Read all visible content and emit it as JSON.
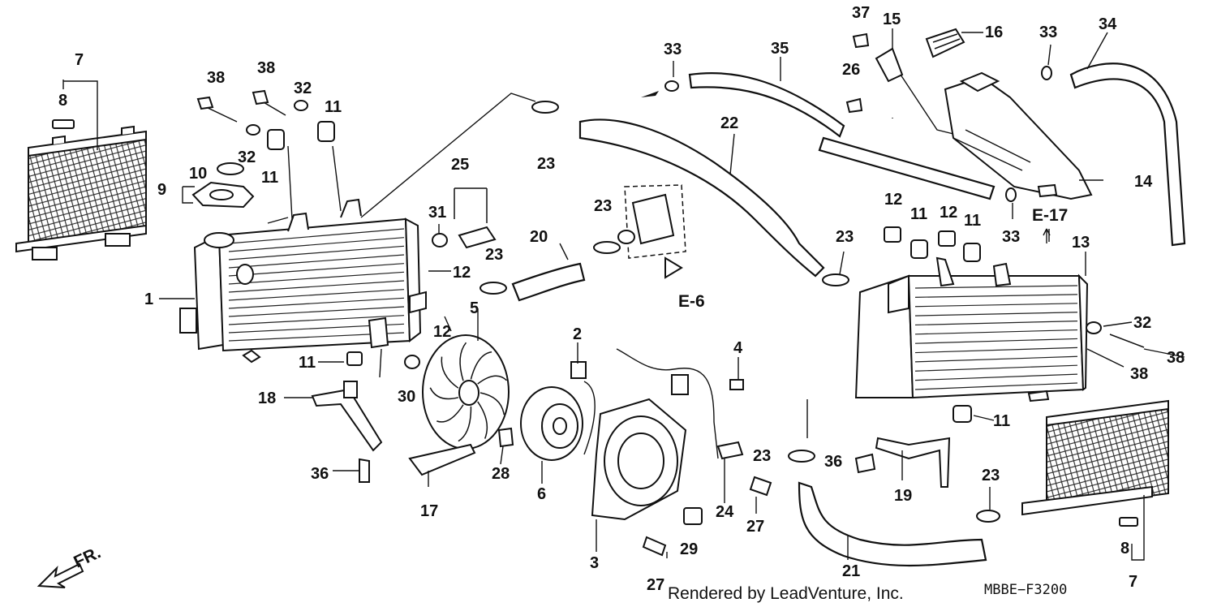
{
  "callouts": [
    {
      "id": "p7a",
      "text": "7"
    },
    {
      "id": "p8a",
      "text": "8"
    },
    {
      "id": "p9",
      "text": "9"
    },
    {
      "id": "p10",
      "text": "10"
    },
    {
      "id": "p1",
      "text": "1"
    },
    {
      "id": "p38a",
      "text": "38"
    },
    {
      "id": "p38b",
      "text": "38"
    },
    {
      "id": "p32a",
      "text": "32"
    },
    {
      "id": "p32b",
      "text": "32"
    },
    {
      "id": "p11a",
      "text": "11"
    },
    {
      "id": "p11b",
      "text": "11"
    },
    {
      "id": "p11c",
      "text": "11"
    },
    {
      "id": "p18",
      "text": "18"
    },
    {
      "id": "p36a",
      "text": "36"
    },
    {
      "id": "p30",
      "text": "30"
    },
    {
      "id": "p31",
      "text": "31"
    },
    {
      "id": "p25",
      "text": "25"
    },
    {
      "id": "p23a",
      "text": "23"
    },
    {
      "id": "p12a",
      "text": "12"
    },
    {
      "id": "p12b",
      "text": "12"
    },
    {
      "id": "p20",
      "text": "20"
    },
    {
      "id": "p23b",
      "text": "23"
    },
    {
      "id": "p23c",
      "text": "23"
    },
    {
      "id": "p5",
      "text": "5"
    },
    {
      "id": "p17",
      "text": "17"
    },
    {
      "id": "p28",
      "text": "28"
    },
    {
      "id": "p6",
      "text": "6"
    },
    {
      "id": "p2",
      "text": "2"
    },
    {
      "id": "p3",
      "text": "3"
    },
    {
      "id": "p27a",
      "text": "27"
    },
    {
      "id": "p29",
      "text": "29"
    },
    {
      "id": "p4",
      "text": "4"
    },
    {
      "id": "p24",
      "text": "24"
    },
    {
      "id": "p27b",
      "text": "27"
    },
    {
      "id": "p33a",
      "text": "33"
    },
    {
      "id": "p35",
      "text": "35"
    },
    {
      "id": "p22",
      "text": "22"
    },
    {
      "id": "p23d",
      "text": "23"
    },
    {
      "id": "p37",
      "text": "37"
    },
    {
      "id": "p15",
      "text": "15"
    },
    {
      "id": "p26",
      "text": "26"
    },
    {
      "id": "p16",
      "text": "16"
    },
    {
      "id": "p33b",
      "text": "33"
    },
    {
      "id": "p34",
      "text": "34"
    },
    {
      "id": "p14",
      "text": "14"
    },
    {
      "id": "p33c",
      "text": "33"
    },
    {
      "id": "p12c",
      "text": "12"
    },
    {
      "id": "p11d",
      "text": "11"
    },
    {
      "id": "p12d",
      "text": "12"
    },
    {
      "id": "p11e",
      "text": "11"
    },
    {
      "id": "p13",
      "text": "13"
    },
    {
      "id": "p32c",
      "text": "32"
    },
    {
      "id": "p38c",
      "text": "38"
    },
    {
      "id": "p38d",
      "text": "38"
    },
    {
      "id": "p11f",
      "text": "11"
    },
    {
      "id": "p23e",
      "text": "23"
    },
    {
      "id": "p36b",
      "text": "36"
    },
    {
      "id": "p19",
      "text": "19"
    },
    {
      "id": "p23f",
      "text": "23"
    },
    {
      "id": "p21",
      "text": "21"
    },
    {
      "id": "p8b",
      "text": "8"
    },
    {
      "id": "p7b",
      "text": "7"
    }
  ],
  "refs": {
    "e6": "E-6",
    "e17": "E-17"
  },
  "front_label": "FR.",
  "credit": "Rendered by LeadVenture, Inc.",
  "diagram_code": "MBBE−F3200"
}
